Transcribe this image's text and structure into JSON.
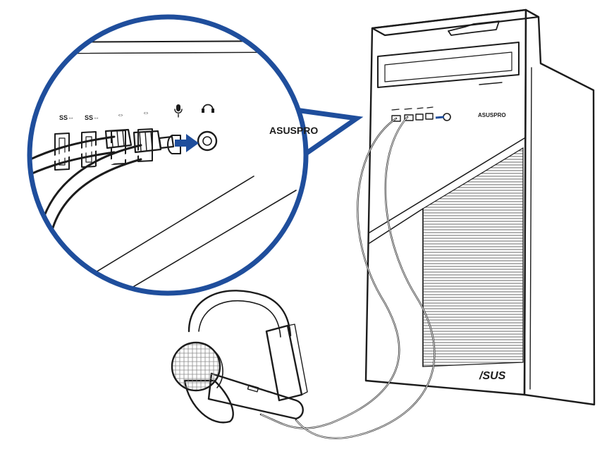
{
  "callout": {
    "brand_label": "ASUSPRO",
    "border_color": "#1f4e9c",
    "arrow_color": "#1f4e9c",
    "port_icons": [
      "usb3-icon",
      "usb3-icon",
      "usb-icon",
      "usb-icon",
      "microphone-icon",
      "headphone-icon"
    ],
    "port_labels": [
      "SS⇔",
      "SS⇔",
      "⇔",
      "⇔",
      "",
      ""
    ]
  },
  "tower": {
    "brand_label": "ASUSPRO",
    "logo_text": "/SUS"
  },
  "peripherals": {
    "headset": "headset-icon",
    "microphone": "microphone-icon"
  }
}
